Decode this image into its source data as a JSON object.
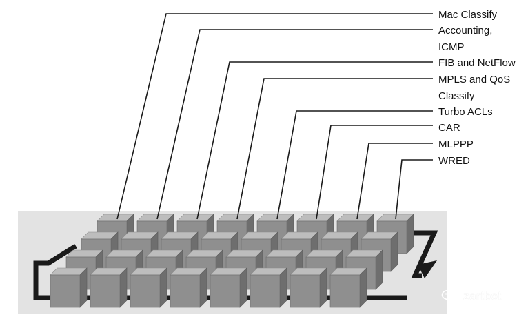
{
  "stages": [
    "Mac Classify",
    "Accounting,\nICMP",
    "FIB and NetFlow",
    "MPLS and QoS\nClassify",
    "Turbo ACLs",
    "CAR",
    "MLPPP",
    "WRED"
  ],
  "watermark": {
    "text": "zartbot",
    "icon": "wechat-icon"
  },
  "colors": {
    "platform": "#e3e3e3",
    "cube_front": "#8f8f8f",
    "cube_top": "#bdbdbd",
    "cube_side": "#6e6e6e",
    "lines": "#1a1a1a"
  }
}
